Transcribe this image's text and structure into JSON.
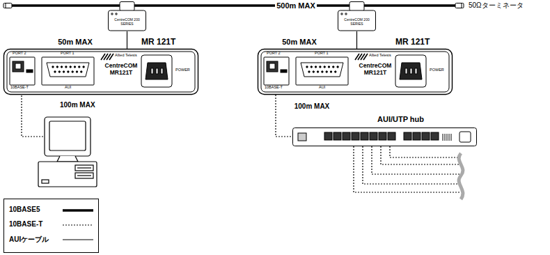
{
  "diagram": {
    "nodes": [
      {
        "text": [
          "CentreCOM 200 SERIES"
        ]
      },
      {
        "text": [
          "MR 121T",
          "PORT 2",
          "10BASE-T",
          "PORT 1",
          "AUI",
          "Allied Telesis",
          "CentreCOM MR121T",
          "POWER"
        ]
      },
      {
        "text": [
          "CentreCOM 200 SERIES"
        ]
      },
      {
        "text": [
          "MR 121T",
          "PORT 2",
          "10BASE-T",
          "PORT 1",
          "AUI",
          "Allied Telesis",
          "CentreCOM MR121T",
          "POWER"
        ]
      },
      {
        "text": [
          "AUI/UTP hub"
        ]
      }
    ],
    "edges": [
      {
        "from": 0,
        "to": 2,
        "arrow": "none",
        "label": "500m MAX"
      },
      {
        "from": 0,
        "to": 1,
        "arrow": "none",
        "label": "50m MAX"
      },
      {
        "from": 2,
        "to": 3,
        "arrow": "none",
        "label": "50m MAX"
      },
      {
        "from": 3,
        "to": 4,
        "arrow": "none",
        "label": "100m MAX"
      }
    ],
    "labels": [
      "50Ωターミネータ",
      "100m MAX"
    ],
    "legend": [
      {
        "text": "10BASE5"
      },
      {
        "text": "10BASE-T"
      },
      {
        "text": "AUIケーブル"
      }
    ]
  }
}
